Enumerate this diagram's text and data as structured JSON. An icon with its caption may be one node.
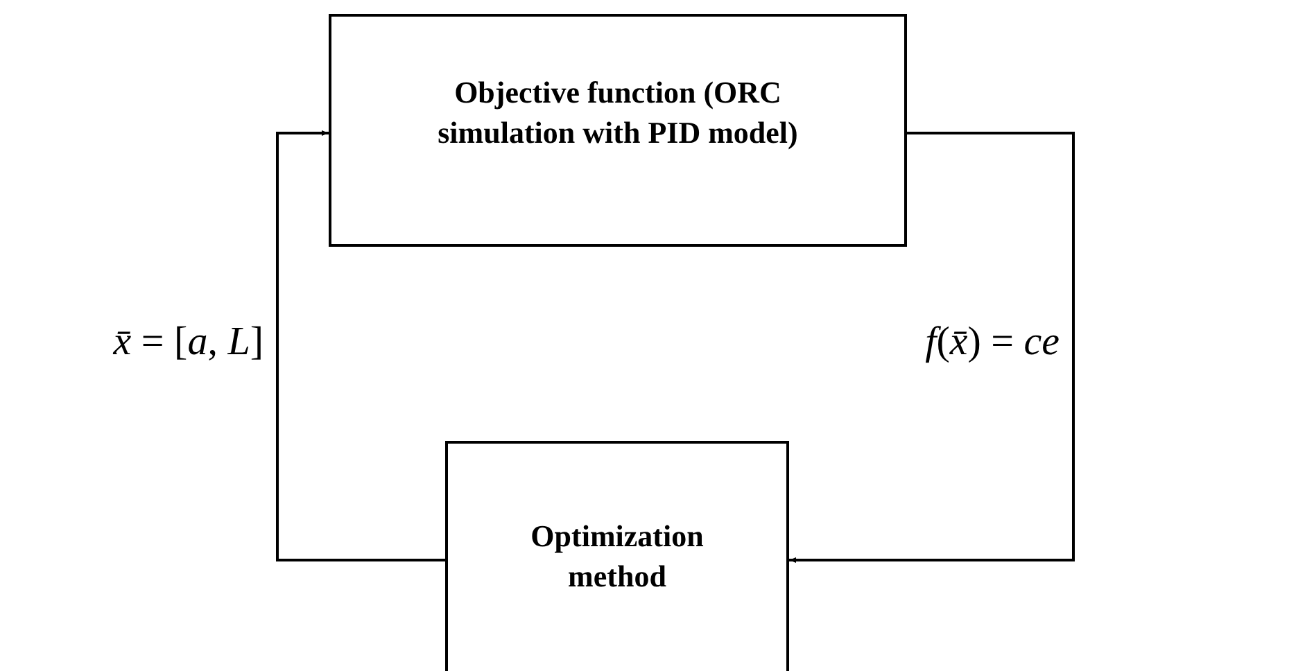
{
  "diagram": {
    "nodes": [
      {
        "text": [
          "Objective function (ORC simulation with PID model)"
        ]
      },
      {
        "text": [
          "Optimization method"
        ]
      }
    ],
    "edges": [
      {
        "from": 1,
        "to": 0,
        "arrow": "to",
        "label": "*x̄* = [*a*, *L*]"
      },
      {
        "from": 0,
        "to": 1,
        "arrow": "to",
        "label": "*f*(*x̄*) = *ce*"
      }
    ]
  }
}
